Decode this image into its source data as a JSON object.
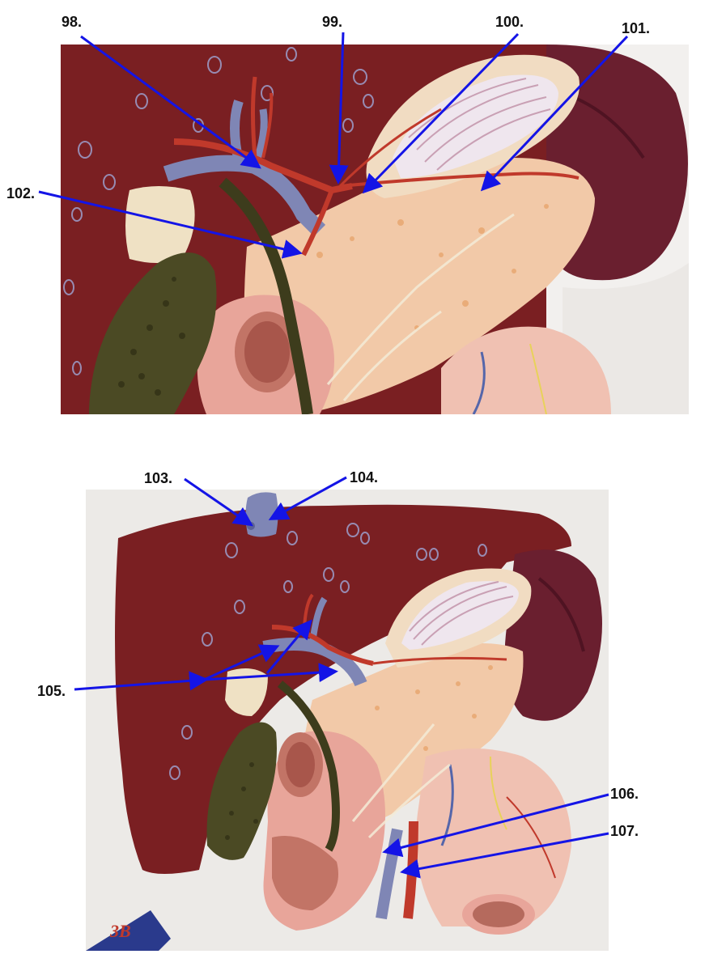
{
  "colors": {
    "arrow": "#1414e6",
    "liver": "#7a1f22",
    "liver_dark": "#5e1518",
    "spleen": "#6a1f2f",
    "pancreas": "#f2c9a8",
    "duodenum": "#e8a59a",
    "gallbladder": "#4b4a24",
    "vein_blue": "#7f86b5",
    "artery_red": "#c0392b",
    "stomach_white": "#efe6ee"
  },
  "labels": {
    "l98": "98.",
    "l99": "99.",
    "l100": "100.",
    "l101": "101.",
    "l102": "102.",
    "l103": "103.",
    "l104": "104.",
    "l105": "105.",
    "l106": "106.",
    "l107": "107."
  },
  "icons": {
    "brand_logo": "3b-scientific-logo-icon"
  }
}
